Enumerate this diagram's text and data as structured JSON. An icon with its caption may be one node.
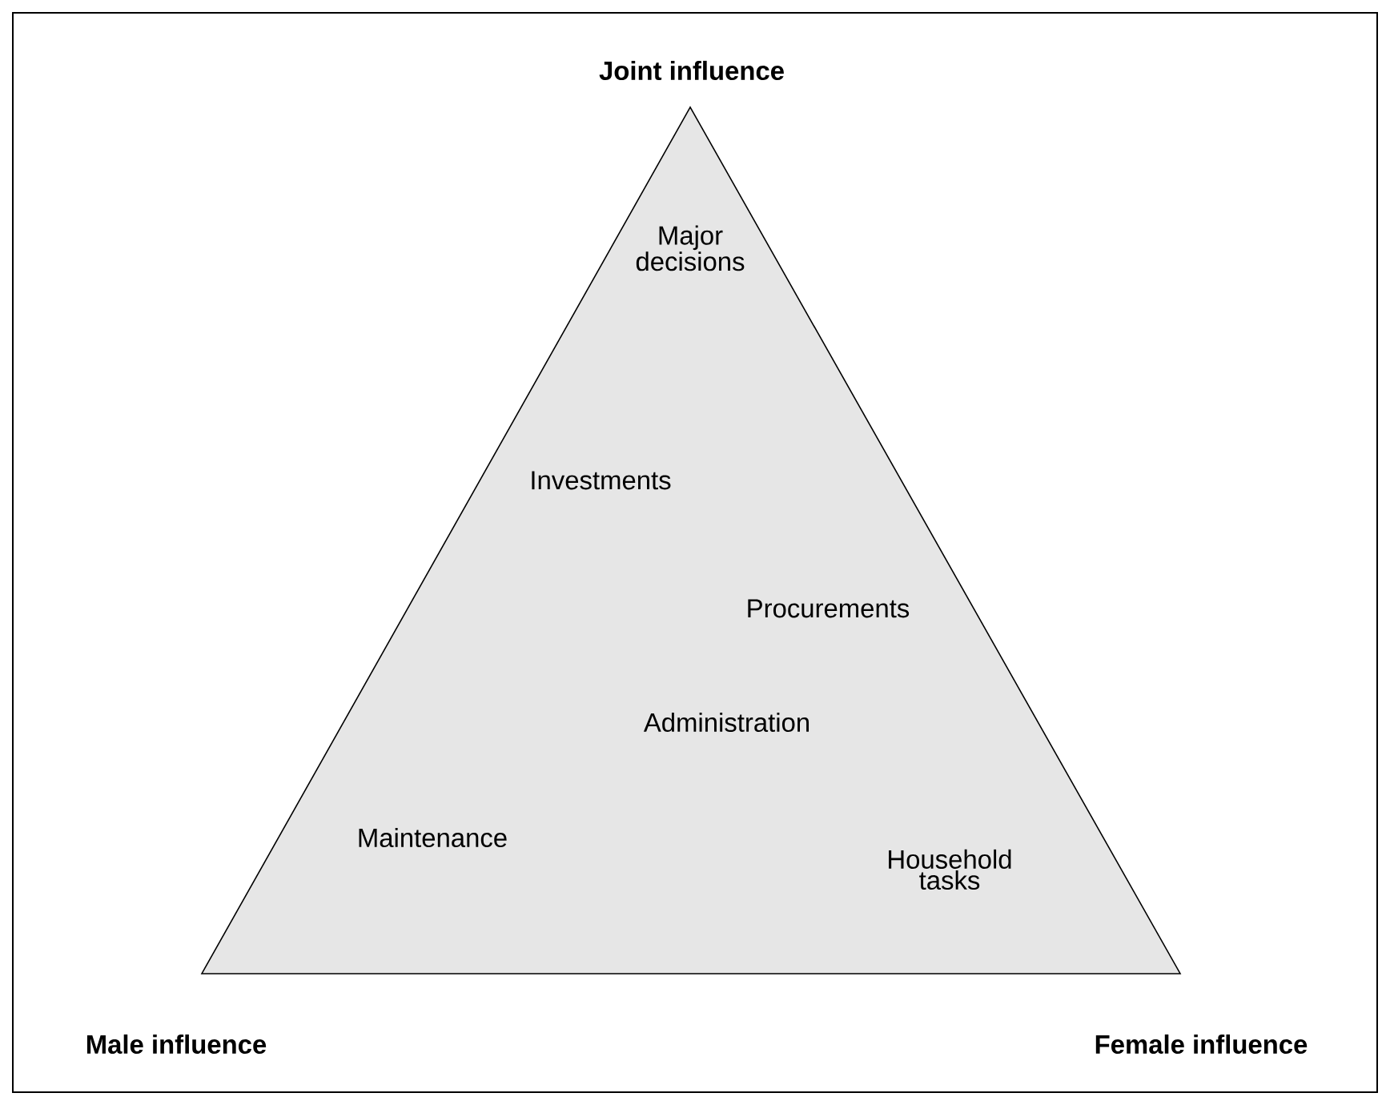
{
  "diagram": {
    "nodes": [
      {
        "text": [
          "Major decisions",
          "Investments",
          "Procurements",
          "Administration",
          "Maintenance",
          "Household tasks"
        ]
      }
    ],
    "labels": [
      "Joint influence",
      "Male influence",
      "Female influence"
    ]
  }
}
